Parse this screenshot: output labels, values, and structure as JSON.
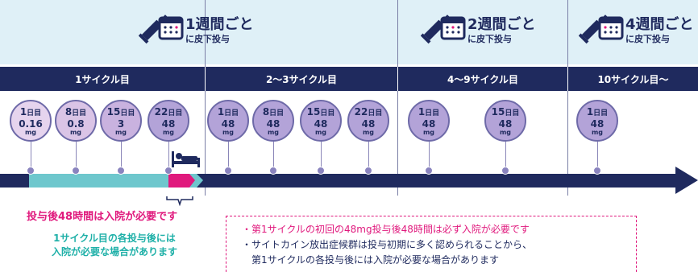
{
  "frequencies": [
    {
      "line1": "1週間ごと",
      "line2": "に皮下投与"
    },
    {
      "line1": "2週間ごと",
      "line2": "に皮下投与"
    },
    {
      "line1": "4週間ごと",
      "line2": "に皮下投与"
    }
  ],
  "cycles": [
    "1サイクル目",
    "2～3サイクル目",
    "4～9サイクル目",
    "10サイクル目～"
  ],
  "doses": [
    {
      "day": "1",
      "unit": "日目",
      "value": "0.16",
      "mg": "mg"
    },
    {
      "day": "8",
      "unit": "日目",
      "value": "0.8",
      "mg": "mg"
    },
    {
      "day": "15",
      "unit": "日目",
      "value": "3",
      "mg": "mg"
    },
    {
      "day": "22",
      "unit": "日目",
      "value": "48",
      "mg": "mg"
    },
    {
      "day": "1",
      "unit": "日目",
      "value": "48",
      "mg": "mg"
    },
    {
      "day": "8",
      "unit": "日目",
      "value": "48",
      "mg": "mg"
    },
    {
      "day": "15",
      "unit": "日目",
      "value": "48",
      "mg": "mg"
    },
    {
      "day": "22",
      "unit": "日目",
      "value": "48",
      "mg": "mg"
    },
    {
      "day": "1",
      "unit": "日目",
      "value": "48",
      "mg": "mg"
    },
    {
      "day": "15",
      "unit": "日目",
      "value": "48",
      "mg": "mg"
    },
    {
      "day": "1",
      "unit": "日目",
      "value": "48",
      "mg": "mg"
    }
  ],
  "note_48h": "投与後48時間は入院が必要です",
  "note_cycle1": [
    "1サイクル目の各投与後には",
    "入院が必要な場合があります"
  ],
  "info": [
    "・第1サイクルの初回の48mg投与後48時間は必ず入院が必要です",
    "・サイトカイン放出症候群は投与初期に多く認められることから、",
    "第1サイクルの各投与後には入院が必要な場合があります"
  ]
}
